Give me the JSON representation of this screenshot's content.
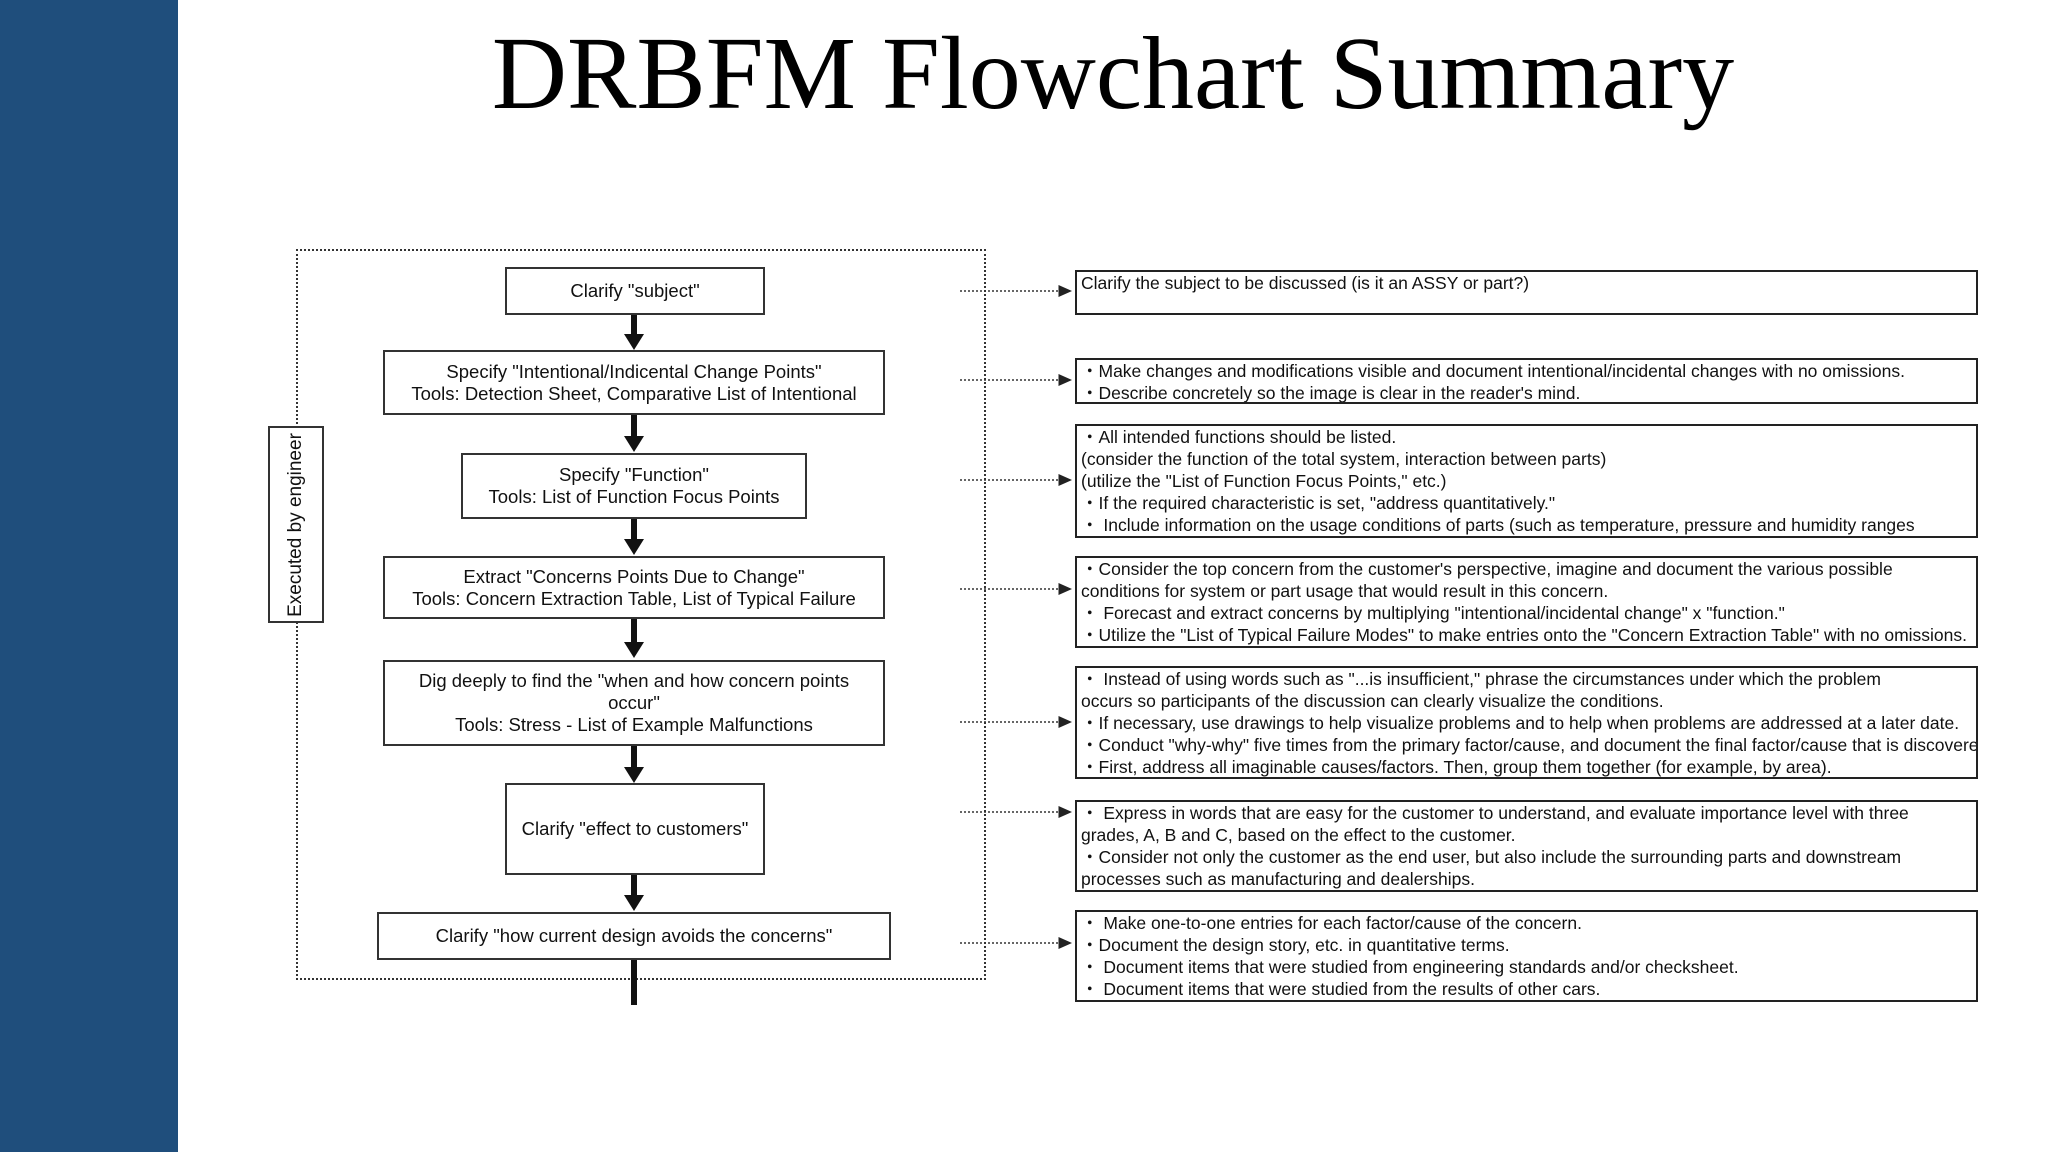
{
  "slide": {
    "title": "DRBFM Flowchart Summary"
  },
  "flow": {
    "side_label": "Executed by engineer",
    "steps": [
      "Clarify \"subject\"",
      "Specify \"Intentional/Indicental Change Points\"\nTools: Detection Sheet, Comparative List of Intentional",
      "Specify \"Function\"\nTools: List of Function Focus Points",
      "Extract \"Concerns Points Due to Change\"\nTools: Concern Extraction Table, List of Typical Failure",
      "Dig deeply to find the \"when and how concern points\noccur\"\nTools:  Stress - List of Example Malfunctions",
      "Clarify \"effect to customers\"",
      "Clarify \"how current design avoids the concerns\""
    ]
  },
  "notes": [
    [
      "Clarify the subject to be discussed (is it an ASSY or part?)"
    ],
    [
      "・Make changes and modifications visible and document intentional/incidental changes with no omissions.",
      "・Describe concretely so the image is clear in the reader's mind."
    ],
    [
      "・All intended functions should be listed.",
      "(consider the function of the total system, interaction between parts)",
      "(utilize the \"List of Function Focus Points,\" etc.)",
      "・If the required characteristic is set, \"address quantitatively.\"",
      "・ Include information on the usage conditions of parts (such as temperature, pressure and humidity ranges"
    ],
    [
      "・Consider the top concern from the customer's perspective, imagine and document the various possible",
      "   conditions for system or part usage that would result in this concern.",
      "・ Forecast and extract concerns by multiplying \"intentional/incidental change\" x \"function.\"",
      "・Utilize the \"List of Typical Failure Modes\" to make entries onto the \"Concern Extraction Table\" with no omissions."
    ],
    [
      "・ Instead of using words such as \"...is insufficient,\" phrase the circumstances under which the problem",
      "   occurs so participants of the discussion can clearly visualize the conditions.",
      "・If necessary, use drawings to help visualize problems and to help when problems are addressed at a later date.",
      "・Conduct \"why-why\" five times from the primary factor/cause, and document the final factor/cause that is discovered",
      "・First, address all imaginable causes/factors. Then, group them together (for example, by area)."
    ],
    [
      "・ Express in words that are easy for the customer to understand, and evaluate importance level with three",
      "   grades, A, B and C, based on the effect to the customer.",
      "・Consider not only the customer as the end user, but also include the surrounding parts and downstream",
      "   processes such as manufacturing and dealerships."
    ],
    [
      "・ Make one-to-one entries for each factor/cause of the concern.",
      "・Document the design story, etc. in quantitative terms.",
      "・ Document items that were studied from engineering standards and/or checksheet.",
      "・ Document items that were studied from the results of other cars."
    ]
  ],
  "colors": {
    "sidebar": "#1f4e7c",
    "line": "#222222"
  }
}
